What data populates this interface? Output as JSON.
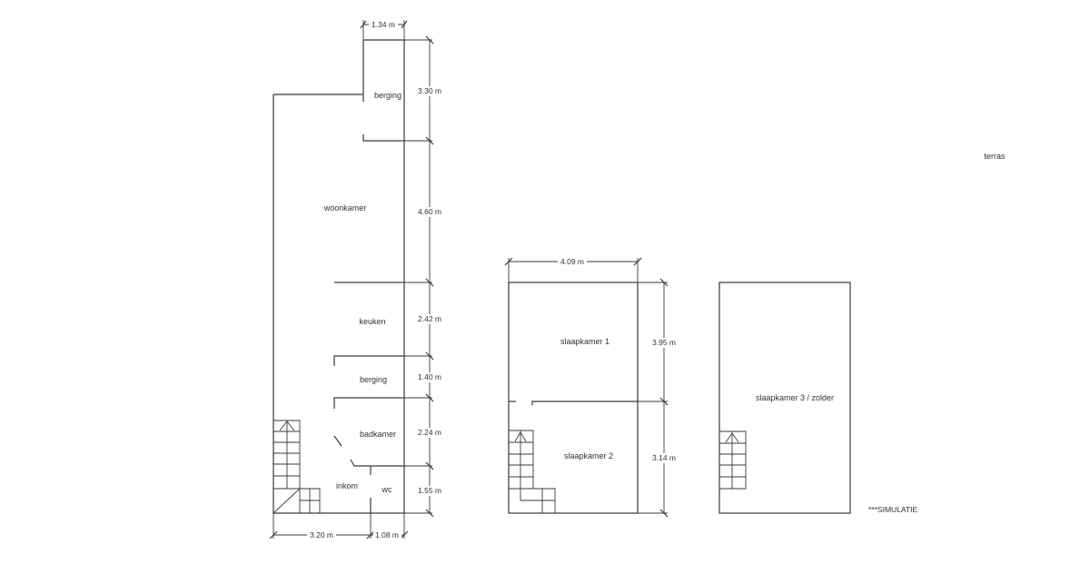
{
  "ground_floor": {
    "rooms": {
      "berging_top": "berging",
      "woonkamer": "woonkamer",
      "keuken": "keuken",
      "berging_mid": "berging",
      "badkamer": "badkamer",
      "inkom": "inkom",
      "wc": "wc"
    },
    "dimensions": {
      "top_width": "1.34 m",
      "berging_height": "3.30 m",
      "woonkamer_height": "4.60 m",
      "keuken_height": "2.42 m",
      "berging_height_2": "1.40 m",
      "badkamer_height": "2.24 m",
      "wc_height": "1.55 m",
      "bottom_left_width": "3.20 m",
      "bottom_right_width": "1.08 m"
    }
  },
  "first_floor": {
    "rooms": {
      "slaapkamer1": "slaapkamer 1",
      "slaapkamer2": "slaapkamer 2"
    },
    "dimensions": {
      "width": "4.09 m",
      "slaapkamer1_height": "3.95 m",
      "slaapkamer2_height": "3.14 m"
    }
  },
  "attic": {
    "rooms": {
      "slaapkamer3": "slaapkamer 3 / zolder"
    }
  },
  "outside": {
    "terras": "terras"
  },
  "note": "***SIMULATIE"
}
